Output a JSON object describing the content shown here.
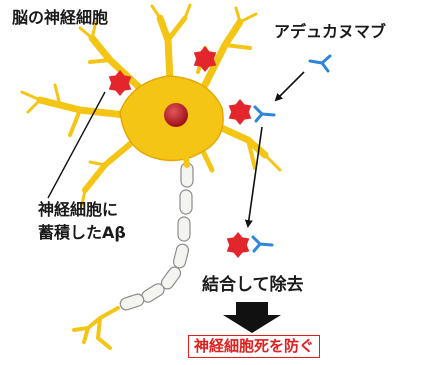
{
  "title": "脳の神経細胞",
  "labels": {
    "antibody": "アデュカヌマブ",
    "abeta_line1": "神経細胞に",
    "abeta_line2": "蓄積したAβ",
    "binding": "結合して除去",
    "result": "神経細胞死を防ぐ"
  },
  "colors": {
    "neuron": "#f5c515",
    "neuron_outline": "#e6a800",
    "nucleus": "#b3121b",
    "amyloid_beta": "#e3262c",
    "antibody": "#2f86d8",
    "result_box": "#e02020",
    "arrow": "#111111"
  },
  "icons": {
    "amyloid": "red-spiky-star",
    "antibody": "blue-y-antibody"
  }
}
